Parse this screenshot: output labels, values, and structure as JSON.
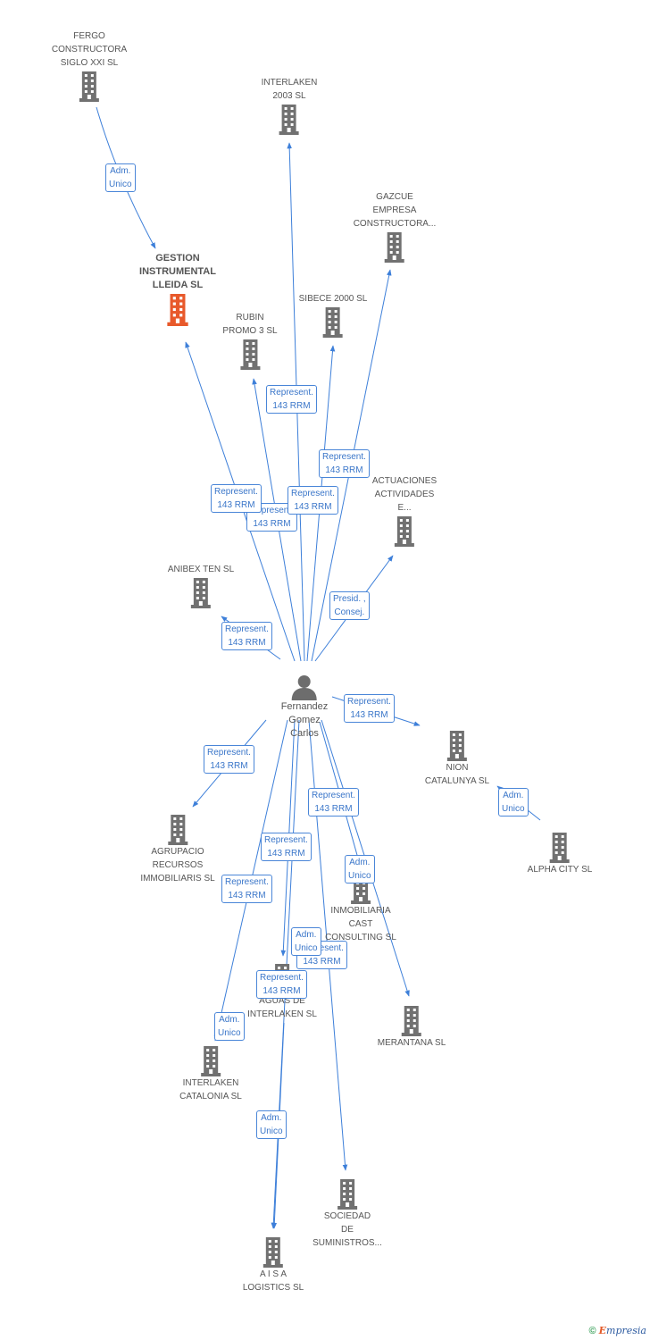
{
  "colors": {
    "edge": "#3d7fd9",
    "building": "#717171",
    "main_building": "#e8592b",
    "person": "#6d6d6d"
  },
  "person": {
    "label": "Fernandez\nGomez\nCarlos"
  },
  "companies": {
    "fergo": {
      "label": "FERGO\nCONSTRUCTORA\nSIGLO XXI SL"
    },
    "gestion": {
      "label": "GESTION\nINSTRUMENTAL\nLLEIDA SL"
    },
    "interlaken2003": {
      "label": "INTERLAKEN\n2003 SL"
    },
    "gazcue": {
      "label": "GAZCUE\nEMPRESA\nCONSTRUCTORA..."
    },
    "rubin": {
      "label": "RUBIN\nPROMO 3 SL"
    },
    "sibece": {
      "label": "SIBECE 2000 SL"
    },
    "actuaciones": {
      "label": "ACTUACIONES\nACTIVIDADES\nE..."
    },
    "anibex": {
      "label": "ANIBEX TEN SL"
    },
    "nion": {
      "label": "NION\nCATALUNYA SL"
    },
    "alpha": {
      "label": "ALPHA CITY SL"
    },
    "agrupacio": {
      "label": "AGRUPACIO\nRECURSOS\nIMMOBILIARIS SL"
    },
    "inmobiliaria": {
      "label": "INMOBILIARIA\nCAST\nCONSULTING SL"
    },
    "aguas": {
      "label": "AGUAS DE\nINTERLAKEN SL"
    },
    "merantana": {
      "label": "MERANTANA SL"
    },
    "interlaken_cat": {
      "label": "INTERLAKEN\nCATALONIA SL"
    },
    "sociedad": {
      "label": "SOCIEDAD\nDE\nSUMINISTROS..."
    },
    "aisa": {
      "label": "A I S A\nLOGISTICS SL"
    }
  },
  "relations": {
    "fergo_gestion": "Adm.\nUnico",
    "person_interlaken2003": "Represent.\n143 RRM",
    "person_gazcue": "Represent.\n143 RRM",
    "person_gestion": "Represent.\n143 RRM",
    "person_rubin": "Represent.\n143 RRM",
    "person_sibece": "Represent.\n143 RRM",
    "person_actuaciones": "Presid. ,\nConsej.",
    "person_anibex": "Represent.\n143 RRM",
    "person_nion": "Represent.\n143 RRM",
    "alpha_nion": "Adm.\nUnico",
    "person_agrupacio": "Represent.\n143 RRM",
    "person_inmobiliaria": "Represent.\n143 RRM",
    "person_aguas": "Represent.\n143 RRM",
    "person_interlaken_cat": "Represent.\n143 RRM",
    "person_merantana": "Adm.\nUnico",
    "person_sociedad": "Adm.\nUnico",
    "person_aisa_rep": "Represent.\n143 RRM",
    "person_aisa_rep2": "Represent.\n143 RRM",
    "person_aisa_adm": "Adm.\nUnico",
    "aguas_aisa": "Adm.\nUnico",
    "interlaken_cat_adm": "Adm.\nUnico"
  },
  "footer": {
    "copyright": "©",
    "brand_e": "E",
    "brand_rest": "mpresia"
  }
}
